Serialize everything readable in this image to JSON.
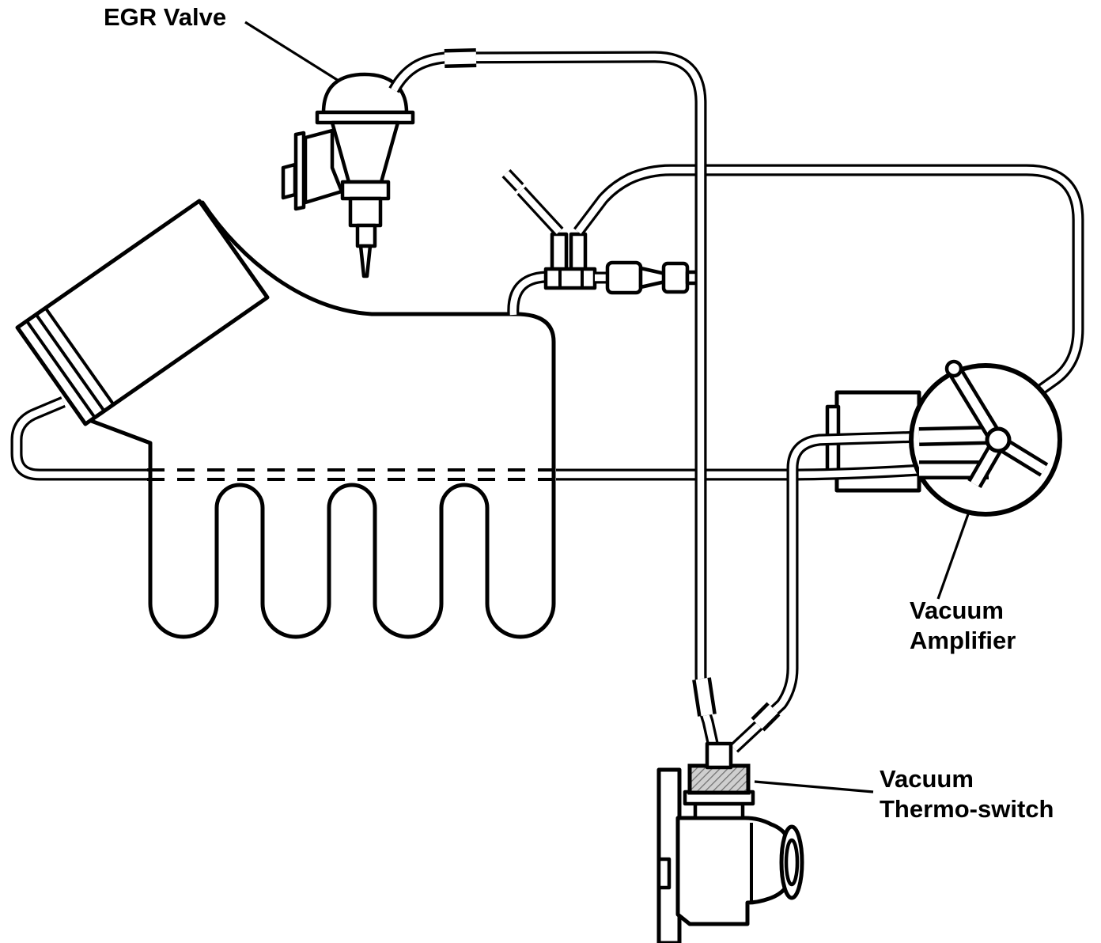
{
  "diagram": {
    "type": "vacuum-hose-routing-diagram",
    "labels": {
      "egr_valve": "EGR Valve",
      "vacuum_amplifier": {
        "line1": "Vacuum",
        "line2": "Amplifier"
      },
      "vacuum_thermo_switch": {
        "line1": "Vacuum",
        "line2": "Thermo-switch"
      }
    },
    "colors": {
      "line": "#000000",
      "background": "#ffffff",
      "nut_shade": "#cfcfcf"
    }
  }
}
